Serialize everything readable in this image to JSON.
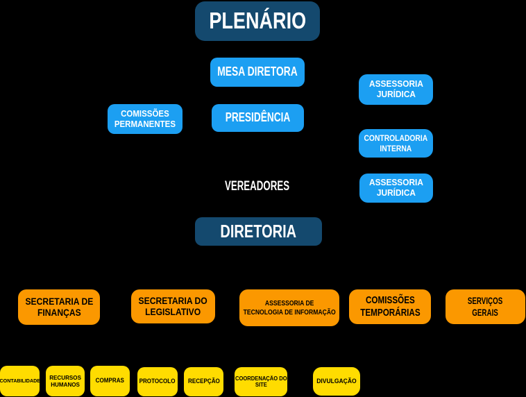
{
  "colors": {
    "background": "#000000",
    "level1": "#14496E",
    "level2": "#1C9FF2",
    "level3": "#FB9800",
    "level4": "#FFDC00",
    "text_light": "#FFFFFF",
    "text_dark": "#000000"
  },
  "nodes": {
    "plenario": {
      "label": "PLENÁRIO"
    },
    "mesa_diretora": {
      "label": "MESA DIRETORA"
    },
    "assessoria_juridica_1": {
      "label": "ASSESSORIA\nJURÍDICA"
    },
    "comissoes_permanentes": {
      "label": "COMISSÕES\nPERMANENTES"
    },
    "presidencia": {
      "label": "PRESIDÊNCIA"
    },
    "controladoria_interna": {
      "label": "CONTROLADORIA\nINTERNA"
    },
    "vereadores": {
      "label": "VEREADORES"
    },
    "assessoria_juridica_2": {
      "label": "ASSESSORIA\nJURÍDICA"
    },
    "diretoria": {
      "label": "DIRETORIA"
    },
    "secretaria_financas": {
      "label": "SECRETARIA DE\nFINANÇAS"
    },
    "secretaria_legislativo": {
      "label": "SECRETARIA DO\nLEGISLATIVO"
    },
    "assessoria_ti": {
      "label": "ASSESSORIA DE\nTECNOLOGIA DE INFORMAÇÃO"
    },
    "comissoes_temporarias": {
      "label": "COMISSÕES\nTEMPORÁRIAS"
    },
    "servicos_gerais": {
      "label": "SERVIÇOS\nGERAIS"
    },
    "contabilidade": {
      "label": "CONTABILIDADE"
    },
    "recursos_humanos": {
      "label": "RECURSOS\nHUMANOS"
    },
    "compras": {
      "label": "COMPRAS"
    },
    "protocolo": {
      "label": "PROTOCOLO"
    },
    "recepcao": {
      "label": "RECEPÇÃO"
    },
    "coordenacao_site": {
      "label": "COORDENAÇÃO DO\nSITE"
    },
    "divulgacao": {
      "label": "DIVULGAÇÃO"
    }
  }
}
